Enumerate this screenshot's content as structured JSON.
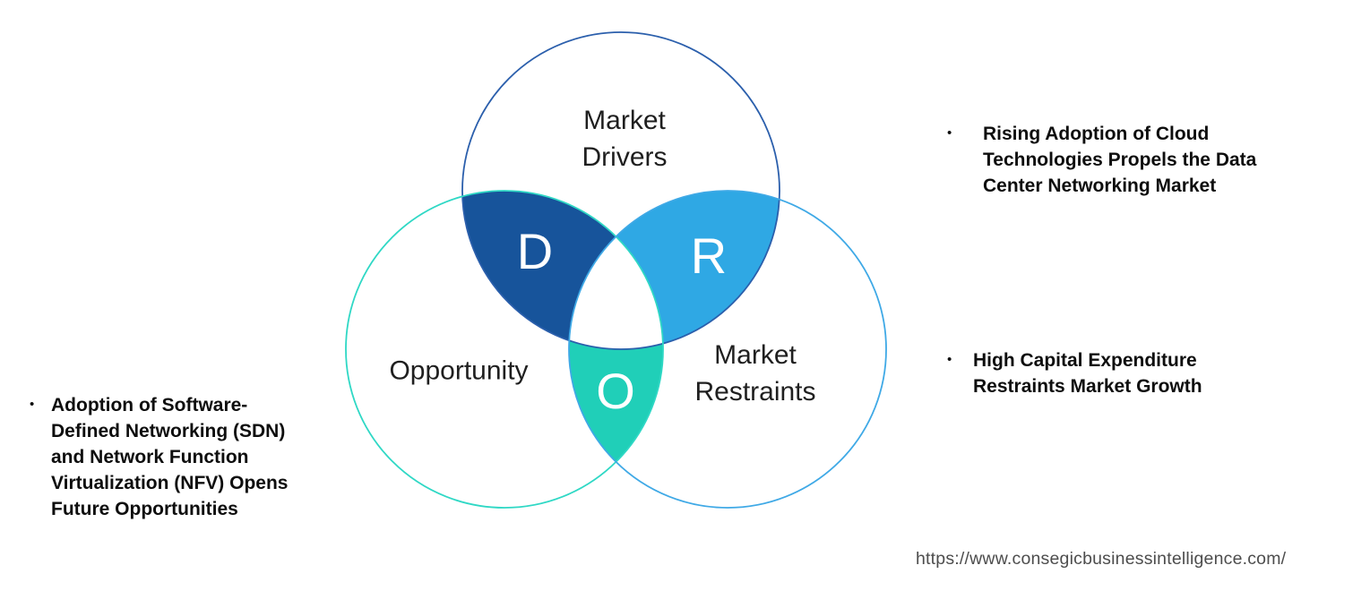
{
  "diagram": {
    "circles": {
      "drivers": {
        "label": "Market\nDrivers",
        "stroke_color": "#2b5fac"
      },
      "opportunity": {
        "label": "Opportunity",
        "stroke_color": "#2fd8c5"
      },
      "restraints": {
        "label": "Market\nRestraints",
        "stroke_color": "#3fa9e6"
      }
    },
    "regions": {
      "d": {
        "letter": "D",
        "fill_color": "#17549b"
      },
      "r": {
        "letter": "R",
        "fill_color": "#2fa8e4"
      },
      "o": {
        "letter": "O",
        "fill_color": "#20cfb8"
      }
    }
  },
  "annotations": {
    "left": {
      "bullet": "•",
      "text": "Adoption of Software-\nDefined Networking (SDN)\nand Network Function\nVirtualization (NFV) Opens\nFuture Opportunities"
    },
    "right_top": {
      "bullet": "•",
      "text": "Rising Adoption of Cloud\nTechnologies Propels the Data\nCenter Networking Market"
    },
    "right_bottom": {
      "bullet": "•",
      "text": "High Capital Expenditure\nRestraints Market Growth"
    }
  },
  "footer": {
    "url": "https://www.consegicbusinessintelligence.com/"
  }
}
